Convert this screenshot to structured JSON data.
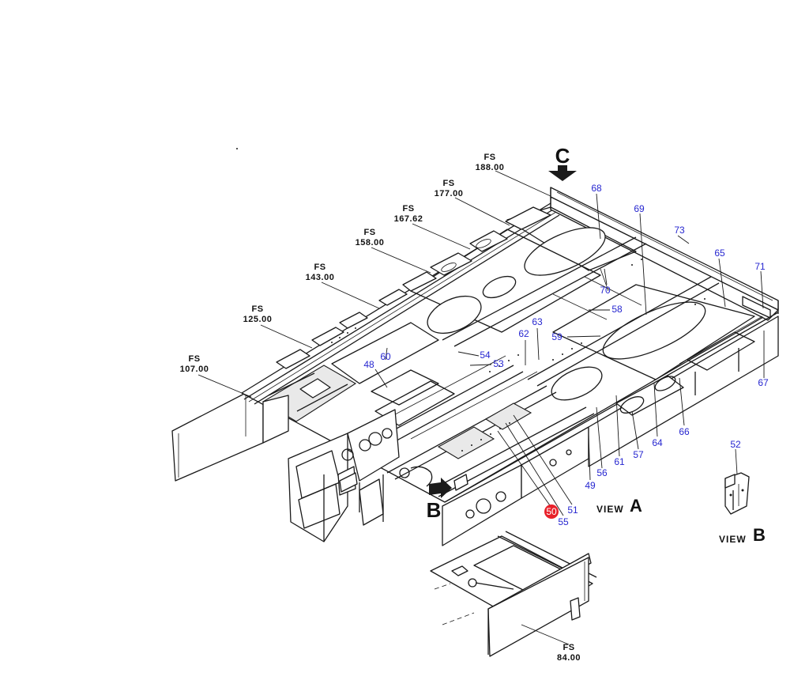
{
  "fuselage_stations": [
    {
      "id": "fs-188",
      "prefix": "FS",
      "value": "188.00"
    },
    {
      "id": "fs-177",
      "prefix": "FS",
      "value": "177.00"
    },
    {
      "id": "fs-167",
      "prefix": "FS",
      "value": "167.62"
    },
    {
      "id": "fs-158",
      "prefix": "FS",
      "value": "158.00"
    },
    {
      "id": "fs-143",
      "prefix": "FS",
      "value": "143.00"
    },
    {
      "id": "fs-125",
      "prefix": "FS",
      "value": "125.00"
    },
    {
      "id": "fs-107",
      "prefix": "FS",
      "value": "107.00"
    },
    {
      "id": "fs-84",
      "prefix": "FS",
      "value": "84.00"
    }
  ],
  "view_markers": {
    "c": "C",
    "b": "B"
  },
  "views": {
    "a": {
      "word": "VIEW",
      "letter": "A"
    },
    "b": {
      "word": "VIEW",
      "letter": "B"
    }
  },
  "part_refs": {
    "r68": "68",
    "r69": "69",
    "r73": "73",
    "r65": "65",
    "r71": "71",
    "r70": "70",
    "r58": "58",
    "r63": "63",
    "r62": "62",
    "r59": "59",
    "r54": "54",
    "r53": "53",
    "r60": "60",
    "r48": "48",
    "r67": "67",
    "r66": "66",
    "r64": "64",
    "r57": "57",
    "r61": "61",
    "r56": "56",
    "r49": "49",
    "r51": "51",
    "r55": "55",
    "r52": "52"
  },
  "highlighted_ref": "50",
  "colors": {
    "ink": "#1a1a1a",
    "ref_text": "#2727d0",
    "highlight": "#e8202a",
    "background": "#ffffff"
  }
}
